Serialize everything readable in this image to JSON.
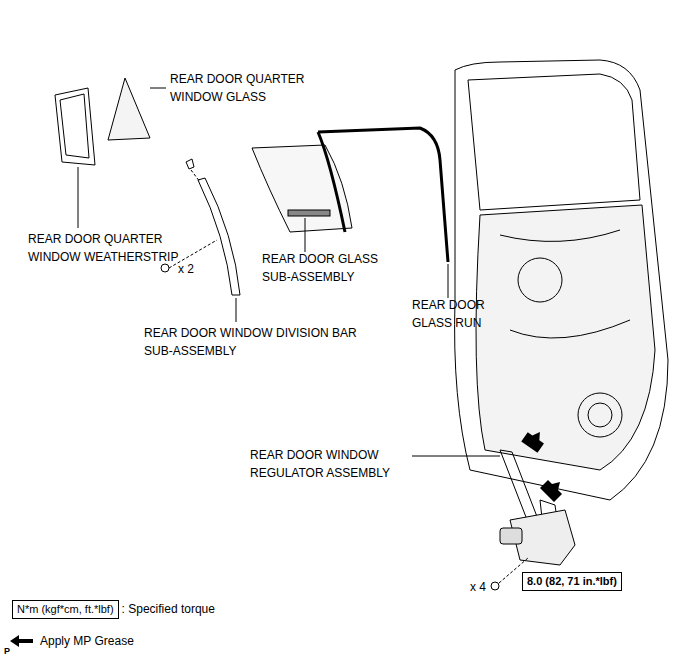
{
  "diagram": {
    "nodes": [
      {
        "text": [
          "8.0 (82, 71 in.*lbf)"
        ]
      },
      {
        "text": [
          "N*m (kgf*cm, ft.*lbf)"
        ]
      }
    ],
    "labels": [
      "REAR DOOR QUARTER WINDOW GLASS",
      "REAR DOOR QUARTER WINDOW WEATHERSTRIP",
      "x 2",
      "REAR DOOR WINDOW DIVISION BAR SUB-ASSEMBLY",
      "REAR DOOR GLASS SUB-ASSEMBLY",
      "REAR DOOR GLASS RUN",
      "REAR DOOR WINDOW REGULATOR ASSEMBLY",
      "x 4",
      "P"
    ],
    "legend": [
      {
        "text": ": Specified torque"
      },
      {
        "text": "Apply MP Grease"
      }
    ]
  }
}
